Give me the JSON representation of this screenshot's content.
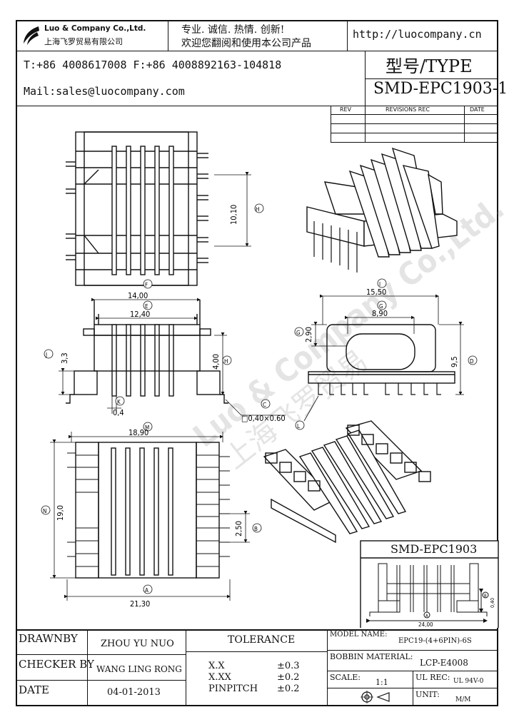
{
  "header": {
    "company_en": "Luo & Company Co.,Ltd.",
    "company_cn": "上海飞罗贸易有限公司",
    "slogan_1": "专业. 诚信. 热情. 创新!",
    "slogan_2": "欢迎您翻阅和使用本公司产品",
    "website": "http://luocompany.cn",
    "phone_fax": "T:+86 4008617008 F:+86 4008892163-104818",
    "mail": "Mail:sales@luocompany.com",
    "type_label": "型号/TYPE",
    "type_value": "SMD-EPC1903-1"
  },
  "revisions": {
    "columns": [
      "REV",
      "REVISIONS REC",
      "DATE"
    ]
  },
  "watermark": {
    "text_en": "Luo & Company Co.,Ltd.",
    "text_cn": "上海飞罗贸易"
  },
  "dimensions": {
    "H": "10,10",
    "F": "14,00",
    "E": "12,40",
    "J": "3,3",
    "H2": "4,00",
    "K": "0,4",
    "C": "□0,40×0.60",
    "I": "15,50",
    "G": "8,90",
    "G2": "2,90",
    "D": "9,5",
    "M": "18,90",
    "N": "19,0",
    "B": "2,50",
    "A": "21,30"
  },
  "inset": {
    "title": "SMD-EPC1903",
    "width": "24,00",
    "height": "0,40"
  },
  "title_block": {
    "drawn_by_label": "DRAWNBY",
    "drawn_by": "ZHOU YU NUO",
    "checker_label": "CHECKER BY",
    "checker": "WANG LING RONG",
    "date_label": "DATE",
    "date": "04-01-2013",
    "tolerance_label": "TOLERANCE",
    "tol_rows": [
      {
        "label": "X.X",
        "value": "±0.3"
      },
      {
        "label": "X.XX",
        "value": "±0.2"
      },
      {
        "label": "PINPITCH",
        "value": "±0.2"
      }
    ],
    "model_label": "MODEL NAME:",
    "model": "EPC19-(4+6PIN)-6S",
    "bobbin_label": "BOBBIN MATERIAL:",
    "bobbin": "LCP-E4008",
    "scale_label": "SCALE:",
    "scale": "1:1",
    "ul_label": "UL REC:",
    "ul": "UL 94V-0",
    "unit_label": "UNIT:",
    "unit": "M/M"
  }
}
